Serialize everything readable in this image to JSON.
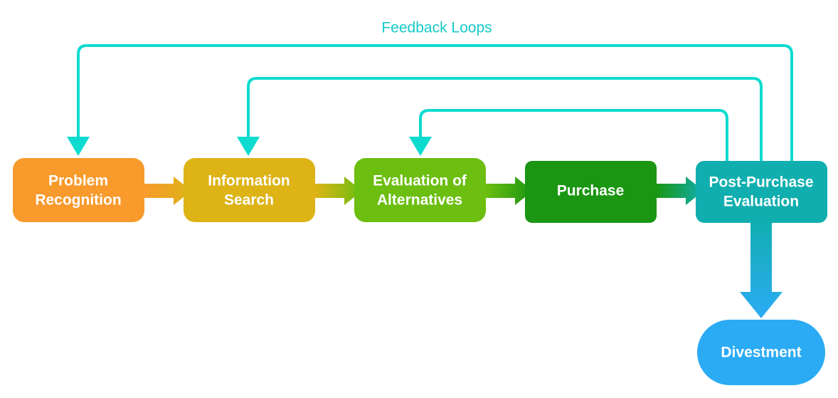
{
  "diagram": {
    "title_label": "Feedback Loops",
    "accent_color": "#0ddbd0",
    "label_color": "#16c8c8",
    "background": "#ffffff",
    "nodes": [
      {
        "id": "problem-recognition",
        "line1": "Problem",
        "line2": "Recognition",
        "color": "#f89a2c",
        "shape": "rounded-rect"
      },
      {
        "id": "information-search",
        "line1": "Information",
        "line2": "Search",
        "color": "#ddb316",
        "shape": "rounded-rect"
      },
      {
        "id": "evaluation-of-alternatives",
        "line1": "Evaluation of",
        "line2": "Alternatives",
        "color": "#6cbe10",
        "shape": "rounded-rect"
      },
      {
        "id": "purchase",
        "line1": "Purchase",
        "line2": "",
        "color": "#1a9612",
        "shape": "rounded-rect"
      },
      {
        "id": "post-purchase-evaluation",
        "line1": "Post-Purchase",
        "line2": "Evaluation",
        "color": "#10aeae",
        "shape": "rounded-rect"
      },
      {
        "id": "divestment",
        "line1": "Divestment",
        "line2": "",
        "color": "#2cabf5",
        "shape": "pill"
      }
    ],
    "connectors": [
      {
        "id": "arrow-problem-to-information",
        "from": "problem-recognition",
        "to": "information-search",
        "direction": "right",
        "from_color": "#f89a2c",
        "to_color": "#ddb316"
      },
      {
        "id": "arrow-information-to-evaluation",
        "from": "information-search",
        "to": "evaluation-of-alternatives",
        "direction": "right",
        "from_color": "#ddb316",
        "to_color": "#6cbe10"
      },
      {
        "id": "arrow-evaluation-to-purchase",
        "from": "evaluation-of-alternatives",
        "to": "purchase",
        "direction": "right",
        "from_color": "#6cbe10",
        "to_color": "#1a9612"
      },
      {
        "id": "arrow-purchase-to-post-purchase",
        "from": "purchase",
        "to": "post-purchase-evaluation",
        "direction": "right",
        "from_color": "#1a9612",
        "to_color": "#10aeae"
      },
      {
        "id": "arrow-post-purchase-to-divestment",
        "from": "post-purchase-evaluation",
        "to": "divestment",
        "direction": "down",
        "from_color": "#10aeae",
        "to_color": "#2cabf5"
      }
    ],
    "feedback_loops": [
      {
        "id": "feedback-post-purchase-to-problem",
        "from": "post-purchase-evaluation",
        "to": "problem-recognition"
      },
      {
        "id": "feedback-post-purchase-to-information",
        "from": "post-purchase-evaluation",
        "to": "information-search"
      },
      {
        "id": "feedback-post-purchase-to-evaluation",
        "from": "post-purchase-evaluation",
        "to": "evaluation-of-alternatives"
      }
    ]
  }
}
